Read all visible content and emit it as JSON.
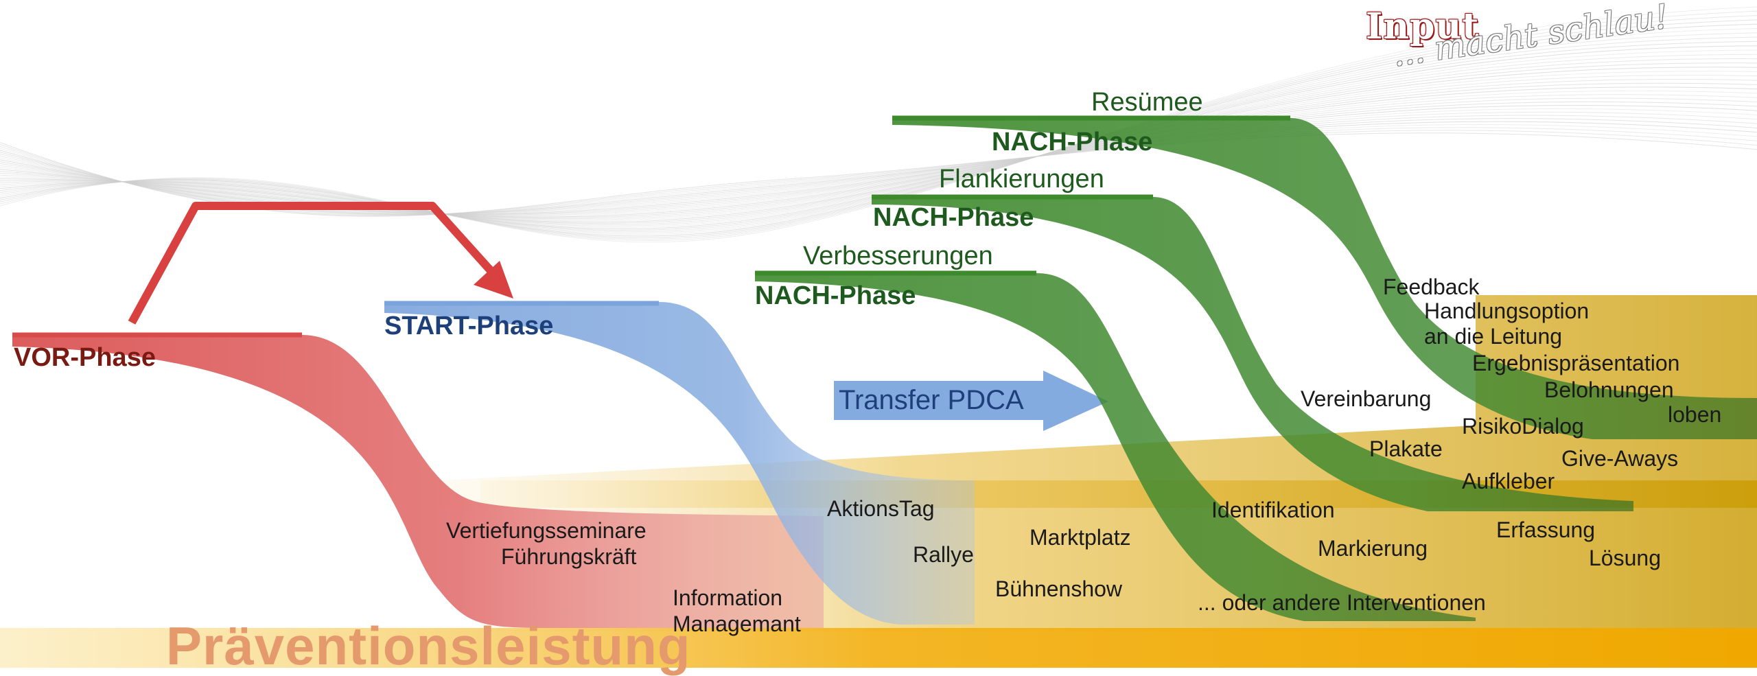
{
  "logo": {
    "word": "Input",
    "slogan": "... macht schlau!"
  },
  "phases": {
    "vor": "VOR-Phase",
    "start": "START-Phase",
    "nach_1": "NACH-Phase",
    "nach_2": "NACH-Phase",
    "nach_3": "NACH-Phase"
  },
  "headings": {
    "resuemee": "Resümee",
    "flankierungen": "Flankierungen",
    "verbesserungen": "Verbesserungen"
  },
  "transfer_arrow": "Transfer PDCA",
  "bottom_band": "Präventionsleistung",
  "vor_items": [
    "Vertiefungsseminare",
    "Führungskräft",
    "Information",
    "Managemant"
  ],
  "start_items": [
    "AktionsTag",
    "Rallye",
    "Marktplatz",
    "Bühnenshow"
  ],
  "verbesserungen_items": [
    "Identifikation",
    "Markierung",
    "Erfassung",
    "Lösung",
    "... oder andere Interventionen"
  ],
  "flankierungen_items": [
    "Vereinbarung",
    "RisikoDialog",
    "Plakate",
    "Give-Aways",
    "Aufkleber"
  ],
  "resuemee_items": [
    "Feedback",
    "Handlungsoption",
    "an die Leitung",
    "Ergebnispräsentation",
    "Belohnungen",
    "loben"
  ],
  "colors": {
    "vor": "#d94f4f",
    "vor_text": "#7a1a12",
    "start": "#7fa6dc",
    "start_text": "#1d3f7a",
    "nach": "#3f8a2c",
    "nach_text": "#1e5a1e",
    "band": "#e8b400"
  }
}
